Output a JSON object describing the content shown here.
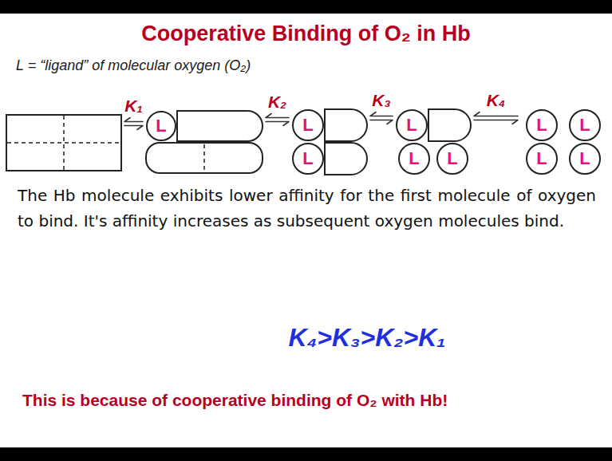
{
  "diagram": {
    "title": "Cooperative Binding of O₂ in Hb",
    "nodes": [
      {
        "text": []
      },
      {
        "text": []
      },
      {
        "text": [
          "L"
        ],
        "in": 1
      },
      {
        "text": []
      },
      {
        "text": [
          "L"
        ],
        "in": 3
      },
      {
        "text": [
          "L"
        ],
        "in": 3
      },
      {
        "text": []
      },
      {
        "text": [
          "L"
        ],
        "in": 6
      },
      {
        "text": [
          "L"
        ],
        "in": 6
      },
      {
        "text": [
          "L"
        ],
        "in": 6
      },
      {
        "text": []
      },
      {
        "text": [
          "L"
        ],
        "in": 10
      },
      {
        "text": [
          "L"
        ],
        "in": 10
      },
      {
        "text": [
          "L"
        ],
        "in": 10
      },
      {
        "text": [
          "L"
        ],
        "in": 10
      }
    ],
    "edges": [
      {
        "from": 0,
        "to": 1,
        "label": "K₁",
        "arrow": "both"
      },
      {
        "from": 1,
        "to": 3,
        "label": "K₂",
        "arrow": "both"
      },
      {
        "from": 3,
        "to": 6,
        "label": "K₃",
        "arrow": "both"
      },
      {
        "from": 6,
        "to": 10,
        "label": "K₄",
        "arrow": "both"
      }
    ],
    "labels": [
      "L = “ligand” of molecular oxygen (O₂)",
      "The Hb molecule exhibits lower affinity for the first molecule of oxygen to bind. It's affinity increases as subsequent oxygen molecules bind.",
      "K₄>K₃>K₂>K₁",
      "This is because of cooperative binding of O₂ with Hb!"
    ]
  }
}
